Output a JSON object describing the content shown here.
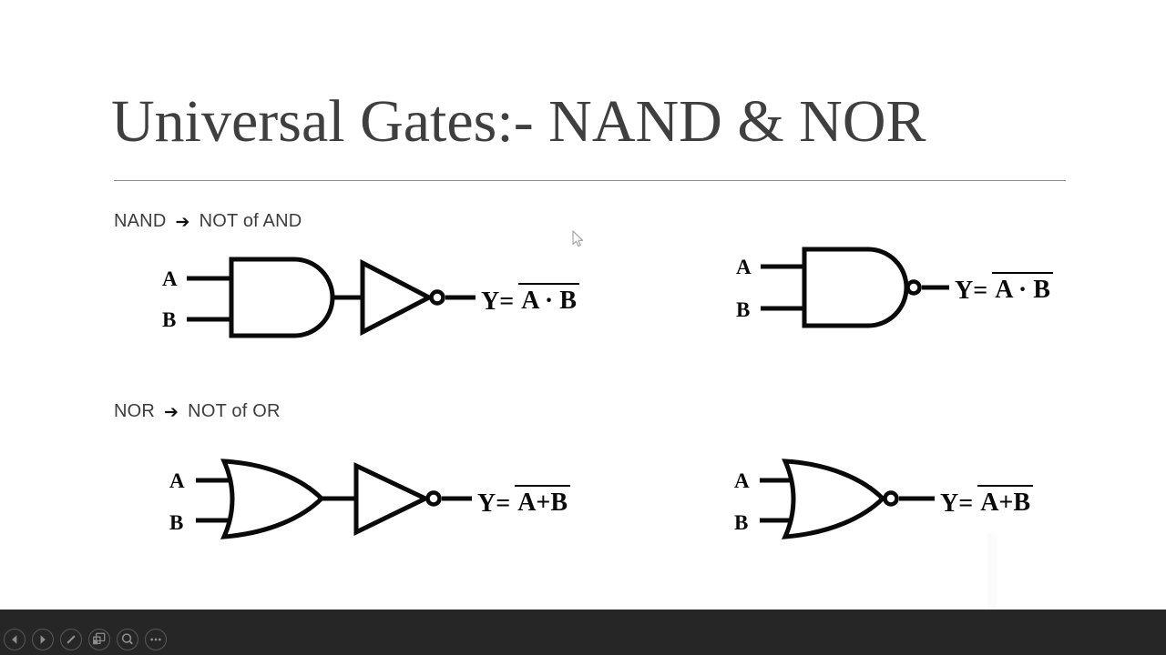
{
  "slide": {
    "title": "Universal Gates:- NAND & NOR",
    "sections": [
      {
        "label": "NAND",
        "arrow": "➔",
        "definition": "NOT of AND"
      },
      {
        "label": "NOR",
        "arrow": "➔",
        "definition": "NOT of OR"
      }
    ],
    "diagrams": [
      {
        "gates": "AND gate followed by NOT gate",
        "input_a": "A",
        "input_b": "B",
        "output_prefix": "Y=",
        "output_expression": "A · B",
        "overline": true
      },
      {
        "gates": "NAND gate",
        "input_a": "A",
        "input_b": "B",
        "output_prefix": "Y=",
        "output_expression": "A · B",
        "overline": true
      },
      {
        "gates": "OR gate followed by NOT gate",
        "input_a": "A",
        "input_b": "B",
        "output_prefix": "Y=",
        "output_expression": "A+B",
        "overline": true
      },
      {
        "gates": "NOR gate",
        "input_a": "A",
        "input_b": "B",
        "output_prefix": "Y=",
        "output_expression": "A+B",
        "overline": true
      }
    ]
  },
  "toolbar": {
    "icons": [
      {
        "name": "previous-slide-icon"
      },
      {
        "name": "next-slide-icon"
      },
      {
        "name": "pen-icon"
      },
      {
        "name": "see-all-slides-icon"
      },
      {
        "name": "magnifier-icon"
      },
      {
        "name": "ellipsis-icon"
      }
    ]
  },
  "colors": {
    "slide_background": "#ffffff",
    "title_text": "#3f3f3f",
    "body_text": "#3d3d3d",
    "diagram_ink": "#0a0a0a",
    "divider": "#8c8c8c",
    "toolbar_background": "#262626",
    "toolbar_icon": "#8f8f8f"
  }
}
